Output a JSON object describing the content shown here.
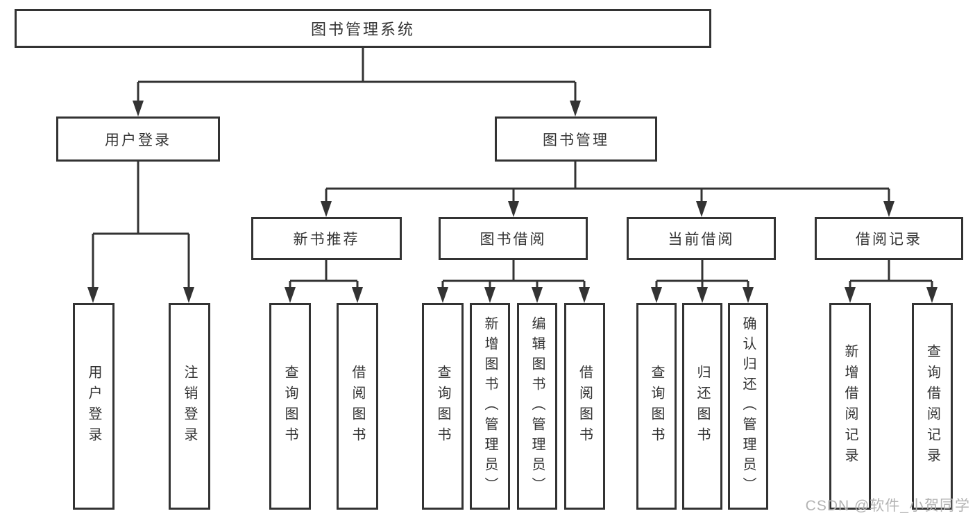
{
  "diagram": {
    "root": {
      "label": "图书管理系统"
    },
    "user": {
      "label": "用户登录",
      "children": [
        {
          "label": "用户登录"
        },
        {
          "label": "注销登录"
        }
      ]
    },
    "book": {
      "label": "图书管理",
      "sections": [
        {
          "label": "新书推荐",
          "children": [
            {
              "label": "查询图书"
            },
            {
              "label": "借阅图书"
            }
          ]
        },
        {
          "label": "图书借阅",
          "children": [
            {
              "label": "查询图书"
            },
            {
              "label": "新增图书（管理员）"
            },
            {
              "label": "编辑图书（管理员）"
            },
            {
              "label": "借阅图书"
            }
          ]
        },
        {
          "label": "当前借阅",
          "children": [
            {
              "label": "查询图书"
            },
            {
              "label": "归还图书"
            },
            {
              "label": "确认归还（管理员）"
            }
          ]
        },
        {
          "label": "借阅记录",
          "children": [
            {
              "label": "新增借阅记录"
            },
            {
              "label": "查询借阅记录"
            }
          ]
        }
      ]
    }
  },
  "watermark": {
    "text": "CSDN @软件_小贺同学"
  },
  "colors": {
    "line": "#333333",
    "text": "#333333",
    "watermark_gray": "#b3b3b3",
    "background": "#ffffff"
  }
}
